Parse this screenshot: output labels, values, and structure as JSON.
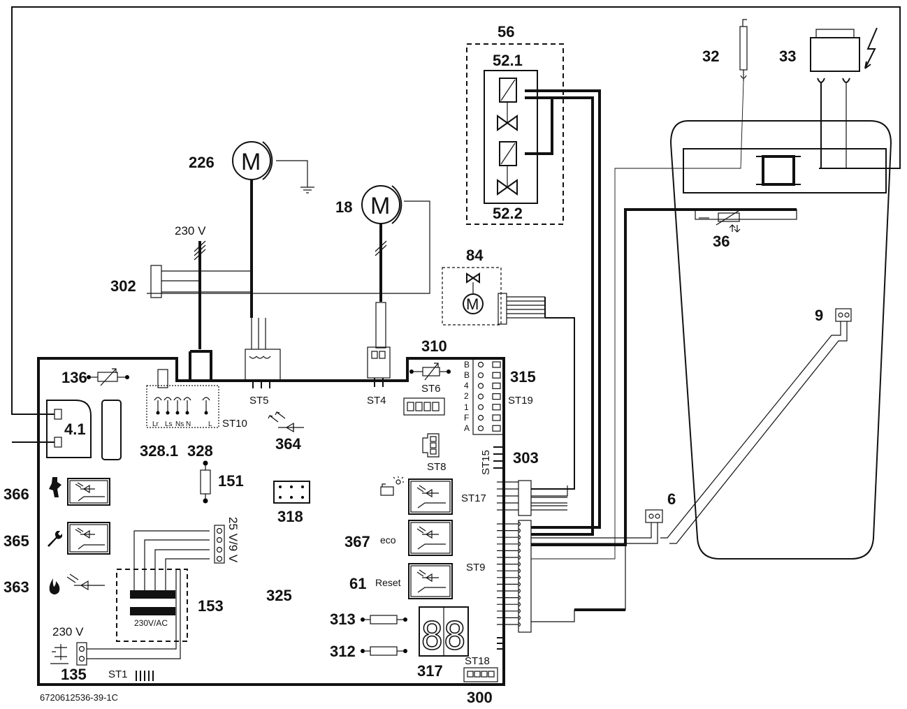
{
  "labels": {
    "n56": "56",
    "n52_1": "52.1",
    "n52_2": "52.2",
    "n32": "32",
    "n33": "33",
    "n226": "226",
    "n18": "18",
    "n84": "84",
    "n36": "36",
    "n9": "9",
    "n6": "6",
    "n302": "302",
    "n310": "310",
    "n315": "315",
    "n136": "136",
    "n364": "364",
    "n303": "303",
    "n328_1": "328.1",
    "n328": "328",
    "n151": "151",
    "n366": "366",
    "n365": "365",
    "n363": "363",
    "n318": "318",
    "n367": "367",
    "n61": "61",
    "n153": "153",
    "n325": "325",
    "n313": "313",
    "n312": "312",
    "n317": "317",
    "n135": "135",
    "n300": "300",
    "v230_top": "230 V",
    "v230_bottom": "230 V",
    "transformer": "230V/AC",
    "v25_9": "25 V/9 V",
    "st5": "ST5",
    "st4": "ST4",
    "st6": "ST6",
    "st19": "ST19",
    "st10": "ST10",
    "st8": "ST8",
    "st15": "ST15",
    "st17": "ST17",
    "st9": "ST9",
    "st18": "ST18",
    "st1": "ST1",
    "eco": "eco",
    "reset": "Reset",
    "n4_1": "4.1",
    "motor": "M",
    "display": "88",
    "term_lr": "Lr",
    "term_ls": "Ls",
    "term_ns": "Ns",
    "term_n": "N",
    "term_l": "L",
    "pins_st19": [
      "B",
      "B",
      "4",
      "2",
      "1",
      "F",
      "A"
    ],
    "drawing_id": "6720612536-39-1C"
  },
  "icons": [
    "motor-icon",
    "ground-icon",
    "valve-icon",
    "thermistor-icon",
    "led-icon",
    "fuse-icon",
    "lightning-icon",
    "flame-icon",
    "wrench-icon",
    "chimney-sweep-icon",
    "lamp-icon",
    "switch-icon",
    "button-icon"
  ]
}
